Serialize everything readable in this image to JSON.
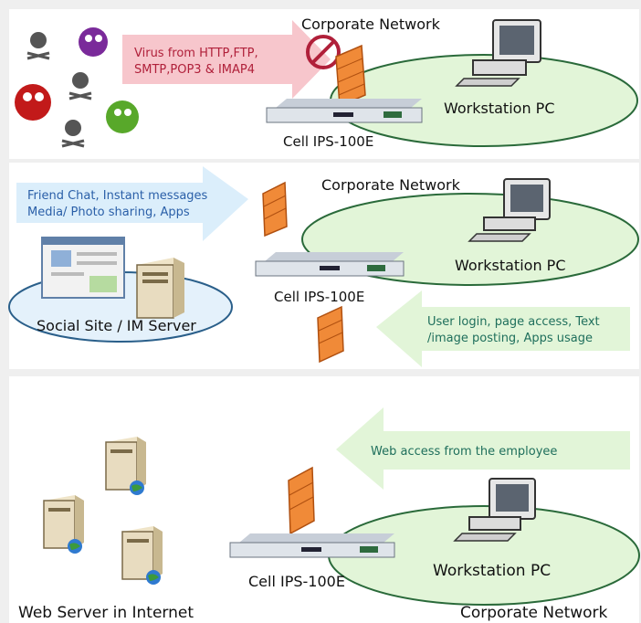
{
  "panel1": {
    "network_label": "Corporate Network",
    "threat_lines": [
      "Virus from HTTP,FTP,",
      "SMTP,POP3 & IMAP4"
    ],
    "workstation_label": "Workstation PC",
    "device_label": "Cell IPS-100E"
  },
  "panel2": {
    "network_label": "Corporate Network",
    "inbound_lines": [
      "Friend Chat, Instant messages",
      "Media/ Photo sharing, Apps"
    ],
    "workstation_label": "Workstation PC",
    "device_label": "Cell IPS-100E",
    "server_label": "Social Site / IM Server",
    "outbound_lines": [
      "User login, page access, Text",
      "/image posting, Apps usage"
    ]
  },
  "panel3": {
    "outbound_label": "Web access from the employee",
    "workstation_label": "Workstation PC",
    "device_label": "Cell IPS-100E",
    "server_label": "Web Server in Internet",
    "network_label": "Corporate Network"
  }
}
